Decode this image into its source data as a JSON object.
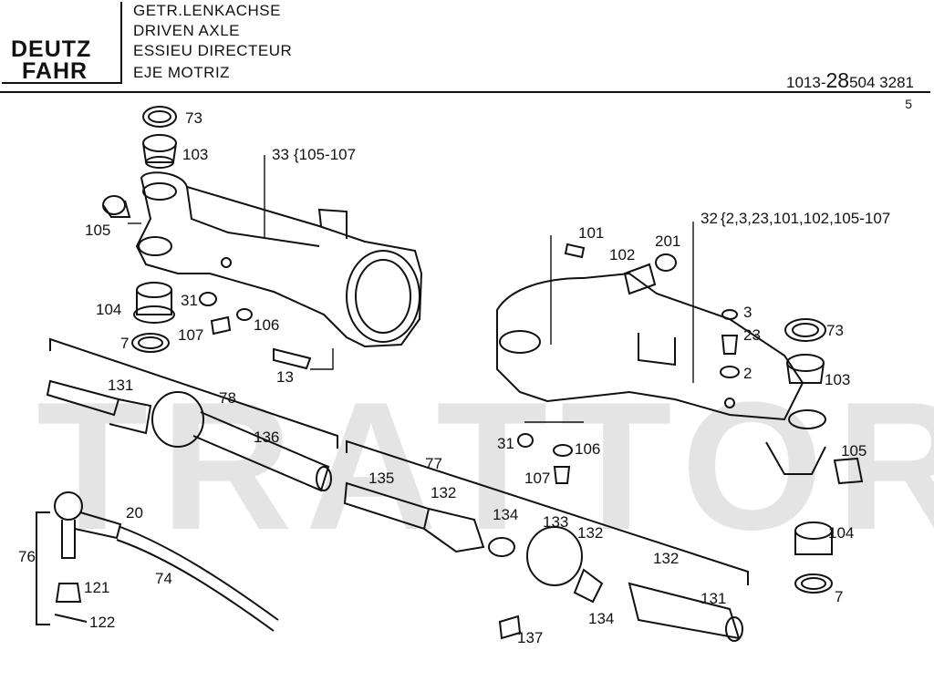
{
  "brand": {
    "line1": "DEUTZ",
    "line2": "FAHR"
  },
  "title": {
    "de": "GETR.LENKACHSE",
    "en": "DRIVEN AXLE",
    "fr": "ESSIEU DIRECTEUR",
    "es": "EJE MOTRIZ"
  },
  "doc_number": {
    "prefix": "1013-",
    "main": "28",
    "suffix": "504 3281"
  },
  "page_number": "5",
  "watermark": "TRATTORE.IT",
  "callouts": {
    "c73a": "73",
    "c103a": "103",
    "c33": "33",
    "c33set": "{105-107",
    "c105a": "105",
    "c104a": "104",
    "c7a": "7",
    "c31a": "31",
    "c107a": "107",
    "c106a": "106",
    "c13": "13",
    "c101": "101",
    "c102": "102",
    "c201": "201",
    "c32": "32",
    "c32set": "{2,3,23,101,102,105-107",
    "c3": "3",
    "c23": "23",
    "c2": "2",
    "c73b": "73",
    "c103b": "103",
    "c105b": "105",
    "c104b": "104",
    "c7b": "7",
    "c31b": "31",
    "c106b": "106",
    "c107b": "107",
    "c131a": "131",
    "c78": "78",
    "c136": "136",
    "c20": "20",
    "c76": "76",
    "c74": "74",
    "c121": "121",
    "c122": "122",
    "c77": "77",
    "c135": "135",
    "c132a": "132",
    "c134a": "134",
    "c133": "133",
    "c132b": "132",
    "c132c": "132",
    "c131b": "131",
    "c134b": "134",
    "c137": "137"
  }
}
